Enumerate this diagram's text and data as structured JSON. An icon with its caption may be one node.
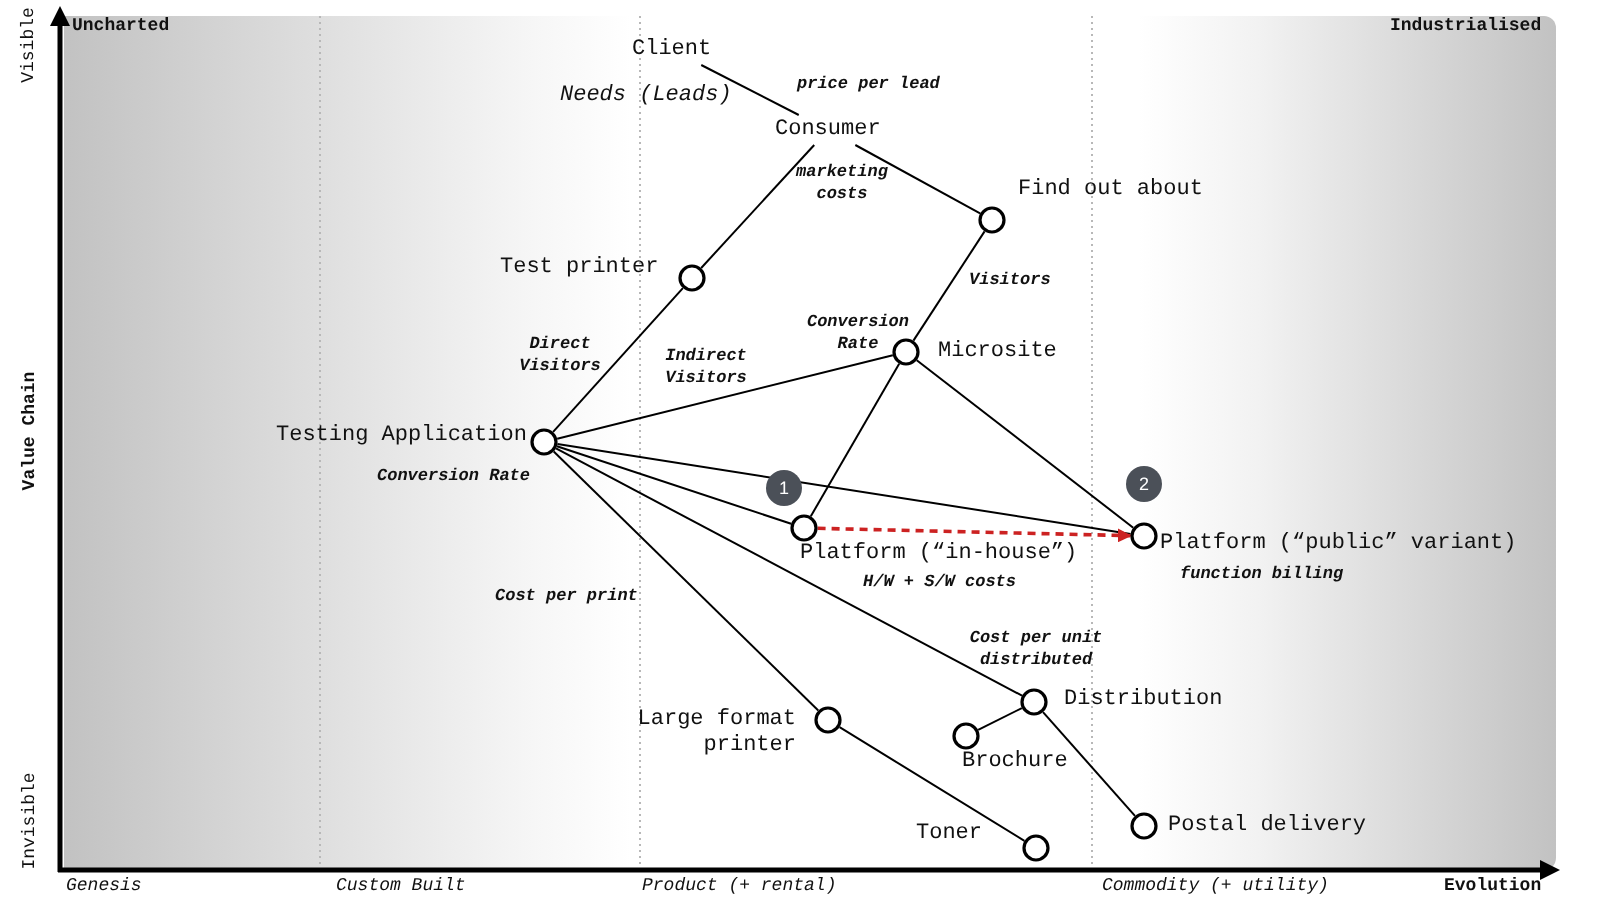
{
  "diagram": {
    "nodes": [
      {
        "text": [
          "Client"
        ]
      },
      {
        "text": [
          "Consumer"
        ]
      },
      {
        "text": [
          "Find out about"
        ]
      },
      {
        "text": [
          "Test printer"
        ]
      },
      {
        "text": [
          "Microsite"
        ],
        "beside": [
          "Conversion Rate"
        ]
      },
      {
        "text": [
          "Testing Application"
        ],
        "beside": [
          "Conversion Rate"
        ]
      },
      {
        "text": [
          "Platform (“in-house”)"
        ],
        "beside": [
          "H/W + S/W costs"
        ]
      },
      {
        "text": [
          "Platform (“public” variant)"
        ],
        "beside": [
          "function billing"
        ]
      },
      {
        "text": [
          "Distribution"
        ]
      },
      {
        "text": [
          "Large format printer"
        ]
      },
      {
        "text": [
          "Brochure"
        ]
      },
      {
        "text": [
          "Postal delivery"
        ]
      },
      {
        "text": [
          "Toner"
        ]
      }
    ],
    "edges": [
      {
        "from": 0,
        "to": 1,
        "arrow": "none",
        "label": "price per lead"
      },
      {
        "from": 1,
        "to": 3,
        "arrow": "none",
        "label": "marketing costs"
      },
      {
        "from": 1,
        "to": 2,
        "arrow": "none"
      },
      {
        "from": 3,
        "to": 5,
        "arrow": "none",
        "label": "Direct Visitors"
      },
      {
        "from": 2,
        "to": 4,
        "arrow": "none",
        "label": "Visitors"
      },
      {
        "from": 4,
        "to": 5,
        "arrow": "none",
        "label": "Indirect Visitors"
      },
      {
        "from": 4,
        "to": 6,
        "arrow": "none"
      },
      {
        "from": 4,
        "to": 7,
        "arrow": "none"
      },
      {
        "from": 5,
        "to": 7,
        "arrow": "none"
      },
      {
        "from": 5,
        "to": 6,
        "arrow": "none"
      },
      {
        "from": 5,
        "to": 8,
        "arrow": "none",
        "label": "Cost per unit distributed"
      },
      {
        "from": 5,
        "to": 9,
        "arrow": "none",
        "label": "Cost per print"
      },
      {
        "from": 9,
        "to": 12,
        "arrow": "none"
      },
      {
        "from": 8,
        "to": 10,
        "arrow": "none"
      },
      {
        "from": 8,
        "to": 11,
        "arrow": "none"
      },
      {
        "from": 6,
        "to": 7,
        "arrow": "to",
        "style": "dashed",
        "color": "#cc2222"
      }
    ],
    "labels": [
      "Uncharted",
      "Industrialised",
      "Visible",
      "Value Chain",
      "Invisible",
      "Needs (Leads)",
      "1",
      "2",
      "Genesis",
      "Custom Built",
      "Product (+ rental)",
      "Commodity (+ utility)",
      "Evolution"
    ]
  }
}
